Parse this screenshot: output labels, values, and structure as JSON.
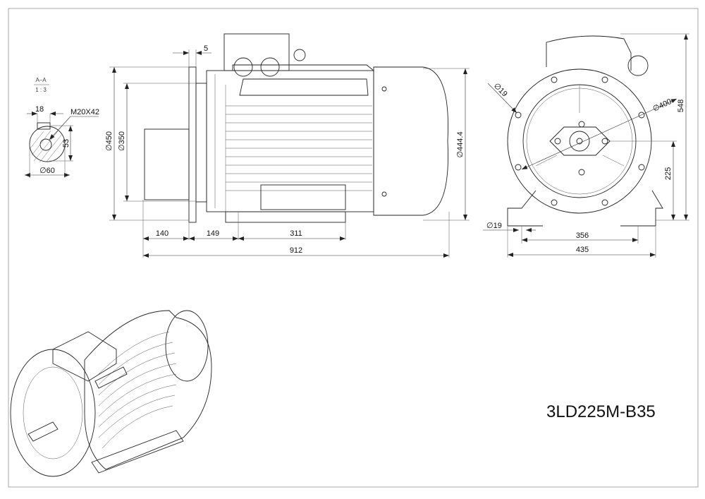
{
  "drawing": {
    "model": "3LD225M-B35",
    "section": {
      "name": "A–A",
      "scale": "1 : 3",
      "key_width": "18",
      "thread": "M20X42",
      "key_height": "53",
      "shaft_diameter": "∅60"
    },
    "side_view": {
      "flange_thickness": "5",
      "flange_outer_diameter": "∅450",
      "spigot_diameter": "∅350",
      "body_diameter": "∅444.4",
      "shaft_length": "140",
      "flange_to_foot": "149",
      "foot_spacing": "311",
      "overall_length": "912"
    },
    "end_view": {
      "flange_hole": "∅19",
      "pitch_circle": "∅400",
      "overall_height": "548",
      "shaft_height": "225",
      "foot_hole": "∅19",
      "foot_hole_spacing": "356",
      "foot_width": "435"
    }
  }
}
